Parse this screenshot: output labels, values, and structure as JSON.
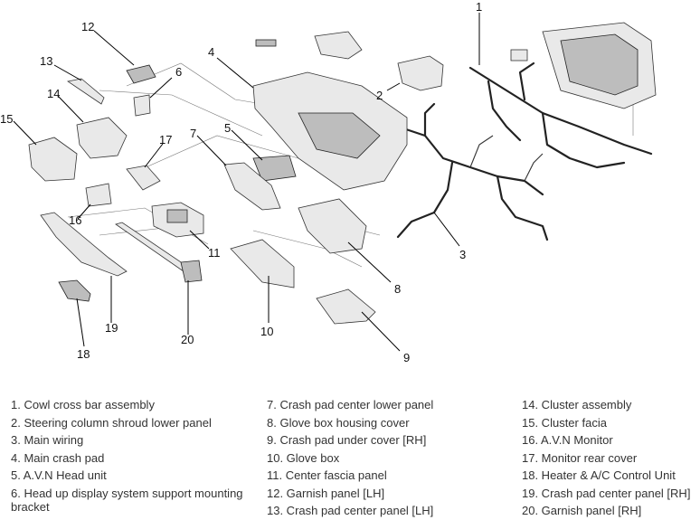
{
  "callouts": [
    "1",
    "2",
    "3",
    "4",
    "5",
    "6",
    "7",
    "8",
    "9",
    "10",
    "11",
    "12",
    "13",
    "14",
    "15",
    "16",
    "17",
    "18",
    "19",
    "20"
  ],
  "legend": {
    "col1": [
      "1. Cowl cross bar assembly",
      "2. Steering column shroud lower panel",
      "3. Main wiring",
      "4. Main crash pad",
      "5. A.V.N Head unit",
      "6. Head up display system support mounting bracket"
    ],
    "col2": [
      "7. Crash pad center lower panel",
      "8. Glove box housing cover",
      "9. Crash pad under cover [RH]",
      "10. Glove box",
      "11. Center fascia panel",
      "12. Garnish panel [LH]",
      "13. Crash pad center panel [LH]"
    ],
    "col3": [
      "14. Cluster assembly",
      "15. Cluster facia",
      "16. A.V.N Monitor",
      "17. Monitor rear cover",
      "18. Heater & A/C Control Unit",
      "19. Crash pad center panel [RH]",
      "20. Garnish panel [RH]"
    ]
  }
}
